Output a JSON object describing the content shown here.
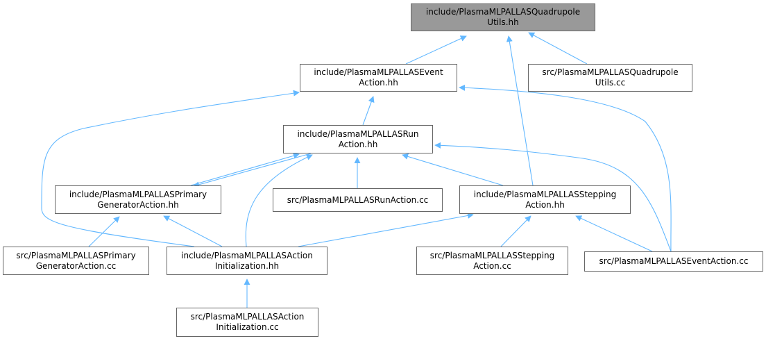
{
  "colors": {
    "edge": "#63b8ff",
    "root_fill": "#999999",
    "node_border": "#666666"
  },
  "nodes": {
    "quad_utils_hh": {
      "line1": "include/PlasmaMLPALLASQuadrupole",
      "line2": "Utils.hh"
    },
    "event_action_hh": {
      "line1": "include/PlasmaMLPALLASEvent",
      "line2": "Action.hh"
    },
    "quad_utils_cc": {
      "line1": "src/PlasmaMLPALLASQuadrupole",
      "line2": "Utils.cc"
    },
    "run_action_hh": {
      "line1": "include/PlasmaMLPALLASRun",
      "line2": "Action.hh"
    },
    "primary_gen_hh": {
      "line1": "include/PlasmaMLPALLASPrimary",
      "line2": "GeneratorAction.hh"
    },
    "run_action_cc": {
      "line1": "src/PlasmaMLPALLASRunAction.cc"
    },
    "stepping_hh": {
      "line1": "include/PlasmaMLPALLASStepping",
      "line2": "Action.hh"
    },
    "primary_gen_cc": {
      "line1": "src/PlasmaMLPALLASPrimary",
      "line2": "GeneratorAction.cc"
    },
    "action_init_hh": {
      "line1": "include/PlasmaMLPALLASAction",
      "line2": "Initialization.hh"
    },
    "stepping_cc": {
      "line1": "src/PlasmaMLPALLASStepping",
      "line2": "Action.cc"
    },
    "event_action_cc": {
      "line1": "src/PlasmaMLPALLASEventAction.cc"
    },
    "action_init_cc": {
      "line1": "src/PlasmaMLPALLASAction",
      "line2": "Initialization.cc"
    }
  },
  "edges": [
    [
      "event_action_hh",
      "quad_utils_hh"
    ],
    [
      "stepping_hh",
      "quad_utils_hh"
    ],
    [
      "quad_utils_cc",
      "quad_utils_hh"
    ],
    [
      "run_action_hh",
      "event_action_hh"
    ],
    [
      "action_init_hh",
      "event_action_hh"
    ],
    [
      "event_action_cc",
      "event_action_hh"
    ],
    [
      "primary_gen_hh",
      "run_action_hh"
    ],
    [
      "run_action_cc",
      "run_action_hh"
    ],
    [
      "stepping_hh",
      "run_action_hh"
    ],
    [
      "action_init_hh",
      "run_action_hh"
    ],
    [
      "event_action_cc",
      "run_action_hh"
    ],
    [
      "run_action_hh",
      "primary_gen_hh"
    ],
    [
      "primary_gen_cc",
      "primary_gen_hh"
    ],
    [
      "action_init_hh",
      "primary_gen_hh"
    ],
    [
      "action_init_hh",
      "stepping_hh"
    ],
    [
      "stepping_cc",
      "stepping_hh"
    ],
    [
      "event_action_cc",
      "stepping_hh"
    ],
    [
      "action_init_cc",
      "action_init_hh"
    ]
  ]
}
